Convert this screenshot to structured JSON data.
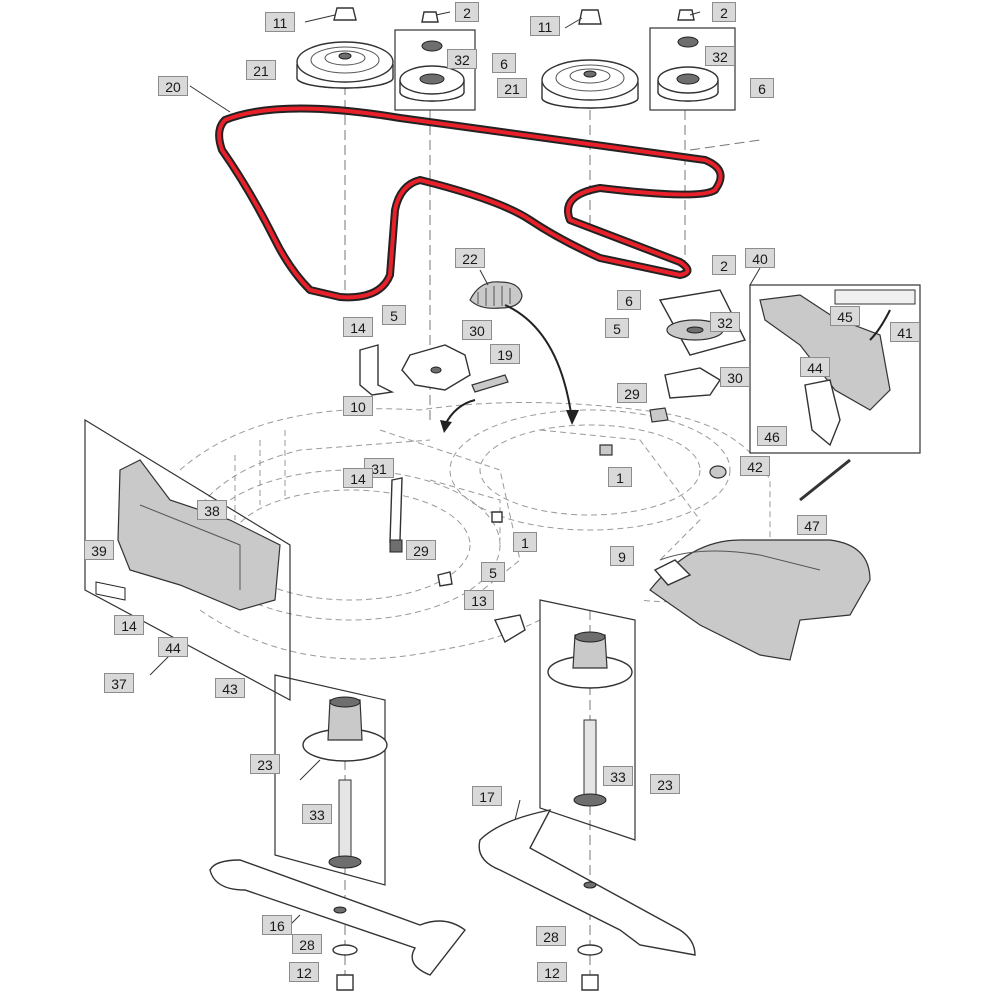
{
  "diagram": {
    "callouts": [
      {
        "id": "c-11a",
        "label": "11"
      },
      {
        "id": "c-2a",
        "label": "2"
      },
      {
        "id": "c-32a",
        "label": "32"
      },
      {
        "id": "c-6a",
        "label": "6"
      },
      {
        "id": "c-21a",
        "label": "21"
      },
      {
        "id": "c-11b",
        "label": "11"
      },
      {
        "id": "c-2b",
        "label": "2"
      },
      {
        "id": "c-32b",
        "label": "32"
      },
      {
        "id": "c-21b",
        "label": "21"
      },
      {
        "id": "c-6b",
        "label": "6"
      },
      {
        "id": "c-20",
        "label": "20"
      },
      {
        "id": "c-22",
        "label": "22"
      },
      {
        "id": "c-2c",
        "label": "2"
      },
      {
        "id": "c-40",
        "label": "40"
      },
      {
        "id": "c-6c",
        "label": "6"
      },
      {
        "id": "c-5a",
        "label": "5"
      },
      {
        "id": "c-32c",
        "label": "32"
      },
      {
        "id": "c-45",
        "label": "45"
      },
      {
        "id": "c-41",
        "label": "41"
      },
      {
        "id": "c-14a",
        "label": "14"
      },
      {
        "id": "c-5b",
        "label": "5"
      },
      {
        "id": "c-30a",
        "label": "30"
      },
      {
        "id": "c-19",
        "label": "19"
      },
      {
        "id": "c-44a",
        "label": "44"
      },
      {
        "id": "c-30b",
        "label": "30"
      },
      {
        "id": "c-29a",
        "label": "29"
      },
      {
        "id": "c-10",
        "label": "10"
      },
      {
        "id": "c-46",
        "label": "46"
      },
      {
        "id": "c-42",
        "label": "42"
      },
      {
        "id": "c-1a",
        "label": "1"
      },
      {
        "id": "c-31",
        "label": "31"
      },
      {
        "id": "c-14b",
        "label": "14"
      },
      {
        "id": "c-38",
        "label": "38"
      },
      {
        "id": "c-47",
        "label": "47"
      },
      {
        "id": "c-1b",
        "label": "1"
      },
      {
        "id": "c-29b",
        "label": "29"
      },
      {
        "id": "c-39",
        "label": "39"
      },
      {
        "id": "c-9",
        "label": "9"
      },
      {
        "id": "c-5c",
        "label": "5"
      },
      {
        "id": "c-13",
        "label": "13"
      },
      {
        "id": "c-14c",
        "label": "14"
      },
      {
        "id": "c-44b",
        "label": "44"
      },
      {
        "id": "c-37",
        "label": "37"
      },
      {
        "id": "c-43",
        "label": "43"
      },
      {
        "id": "c-23a",
        "label": "23"
      },
      {
        "id": "c-33a",
        "label": "33"
      },
      {
        "id": "c-23b",
        "label": "23"
      },
      {
        "id": "c-17",
        "label": "17"
      },
      {
        "id": "c-33b",
        "label": "33"
      },
      {
        "id": "c-16",
        "label": "16"
      },
      {
        "id": "c-28a",
        "label": "28"
      },
      {
        "id": "c-28b",
        "label": "28"
      },
      {
        "id": "c-12a",
        "label": "12"
      },
      {
        "id": "c-12b",
        "label": "12"
      }
    ],
    "colors": {
      "belt": "#e8202a",
      "callout_fill": "#d9d9d9",
      "callout_border": "#8c8c8c",
      "line_art": "#333333",
      "hidden_lines": "#9a9a9a"
    },
    "icons": [
      "pulley-icon",
      "idler-pulley-icon",
      "belt-icon",
      "blade-icon",
      "spindle-icon",
      "shield-icon",
      "chute-icon",
      "decal-icon"
    ]
  }
}
